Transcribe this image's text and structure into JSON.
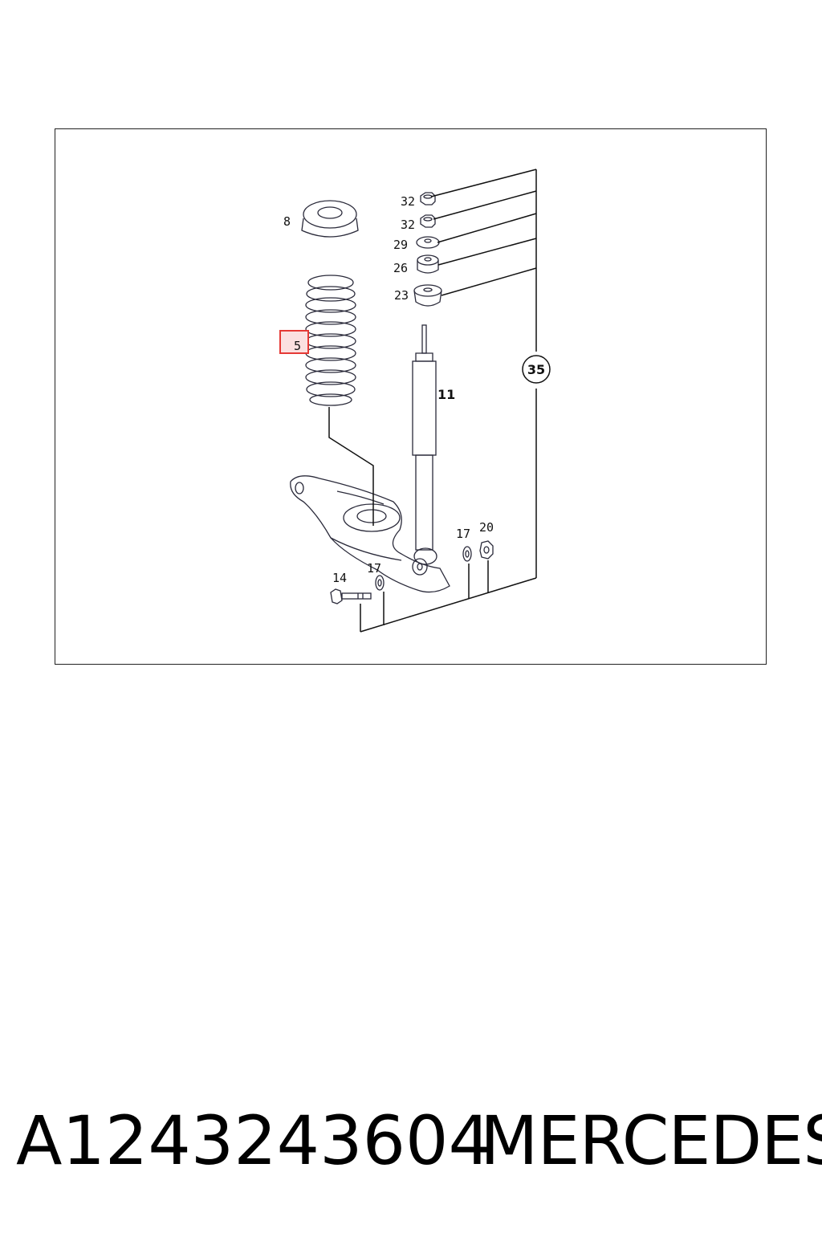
{
  "diagram": {
    "callouts": {
      "c8": "8",
      "c32a": "32",
      "c32b": "32",
      "c29": "29",
      "c26": "26",
      "c23": "23",
      "c5": "5",
      "c11": "11",
      "c35": "35",
      "c14": "14",
      "c17a": "17",
      "c17b": "17",
      "c20": "20"
    },
    "highlight_color": "#e53935"
  },
  "caption": {
    "part_number": "A1243243604",
    "brand": "MERCEDES"
  }
}
